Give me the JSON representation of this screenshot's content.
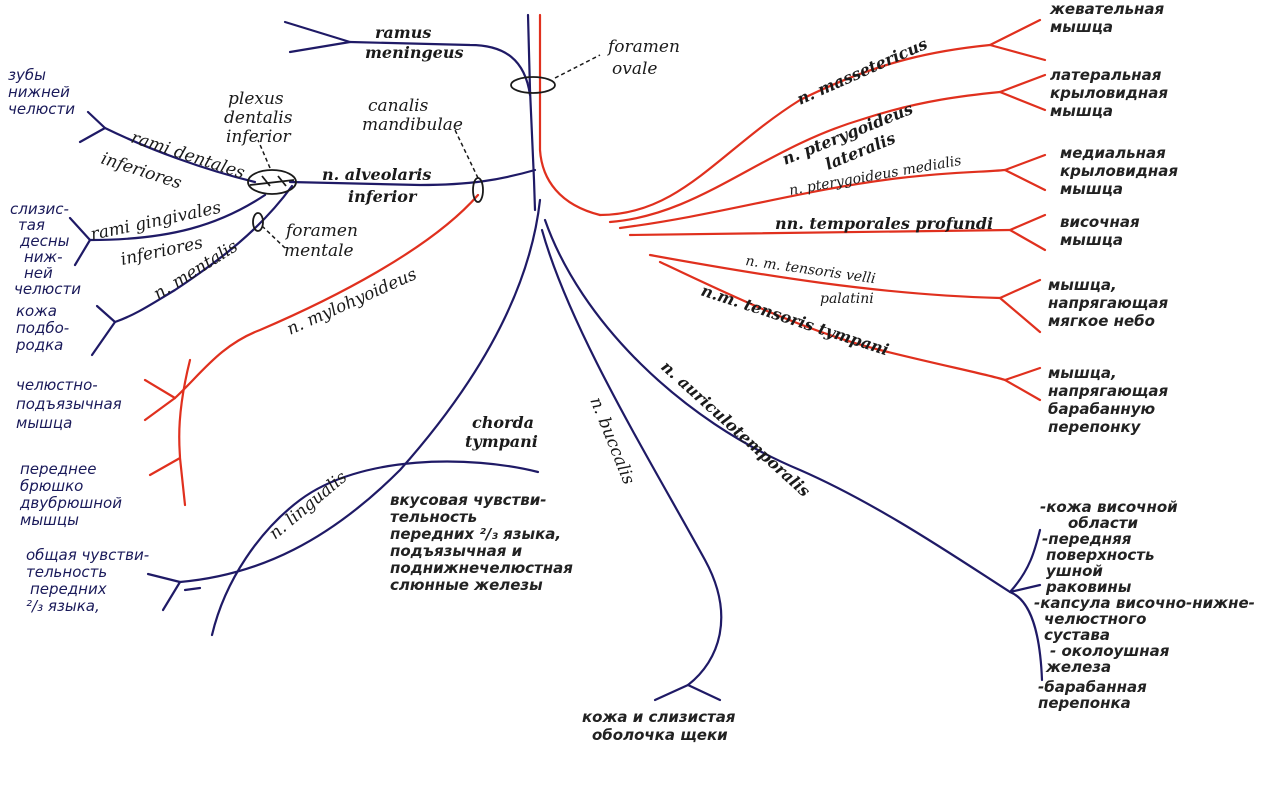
{
  "nerves": {
    "ramus_meningeus": [
      "ramus",
      "meningeus"
    ],
    "foramen_ovale": [
      "foramen",
      "ovale"
    ],
    "plexus": [
      "plexus",
      "dentalis",
      "inferior"
    ],
    "canalis": [
      "canalis",
      "mandibulae"
    ],
    "rami_dentales": [
      "rami dentales",
      "inferiores"
    ],
    "n_alveolaris": [
      "n. alveolaris",
      "inferior"
    ],
    "rami_gingivales": [
      "rami gingivales",
      "inferiores"
    ],
    "foramen_mentale": [
      "foramen",
      "mentale"
    ],
    "n_mentalis": "n. mentalis",
    "n_mylohyoideus": "n. mylohyoideus",
    "n_lingualis": "n. lingualis",
    "chorda": [
      "chorda",
      "tympani"
    ],
    "n_buccalis": "n. buccalis",
    "n_auriculotemporalis": "n. auriculotemporalis",
    "n_massetericus": "n. massetericus",
    "n_pteryg_lat": [
      "n. pterygoideus",
      "lateralis"
    ],
    "n_pteryg_med": "n. pterygoideus medialis",
    "nn_temporales": "nn. temporales profundi",
    "n_tensoris_veli": [
      "n. m. tensoris velli",
      "palatini"
    ],
    "n_tensoris_tympani": "n.m. tensoris tympani"
  },
  "targets": {
    "teeth": [
      "зубы",
      "нижней",
      "челюсти"
    ],
    "gums": [
      "слизис-",
      "тая",
      "десны",
      "ниж-",
      "ней",
      "челюсти"
    ],
    "chin_skin": [
      "кожа",
      "подбо-",
      "родка"
    ],
    "mylohyoid_muscle": [
      "челюстно-",
      "подъязычная",
      "мышца"
    ],
    "digastric": [
      "переднее",
      "брюшко",
      "двубрюшной",
      "мышцы"
    ],
    "general_sens": [
      "общая чувстви-",
      "тельность",
      "передних",
      "²/₃ языка,"
    ],
    "taste": [
      "вкусовая чувстви-",
      "тельность",
      "передних ²/₃ языка,",
      "подъязычная и",
      "поднижнечелюстная",
      "слюнные железы"
    ],
    "cheek": [
      "кожа и слизистая",
      "оболочка щеки"
    ],
    "masseter": [
      "жевательная",
      "мышца"
    ],
    "lat_pteryg": [
      "латеральная",
      "крыловидная",
      "мышца"
    ],
    "med_pteryg": [
      "медиальная",
      "крыловидная",
      "мышца"
    ],
    "temporal": [
      "височная",
      "мышца"
    ],
    "tensor_veli": [
      "мышца,",
      "напрягающая",
      "мягкое небо"
    ],
    "tensor_tympani": [
      "мышца,",
      "напрягающая",
      "барабанную",
      "перепонку"
    ],
    "auriculo": [
      "-кожа височной",
      "области",
      "-передняя",
      "поверхность",
      "ушной",
      "раковины",
      "-капсула височно-нижне-",
      "челюстного",
      "сустава",
      "- околоушная",
      "железа",
      "-барабанная",
      "перепонка"
    ]
  },
  "colors": {
    "sensory": "#1f1a66",
    "motor": "#e0301e"
  }
}
